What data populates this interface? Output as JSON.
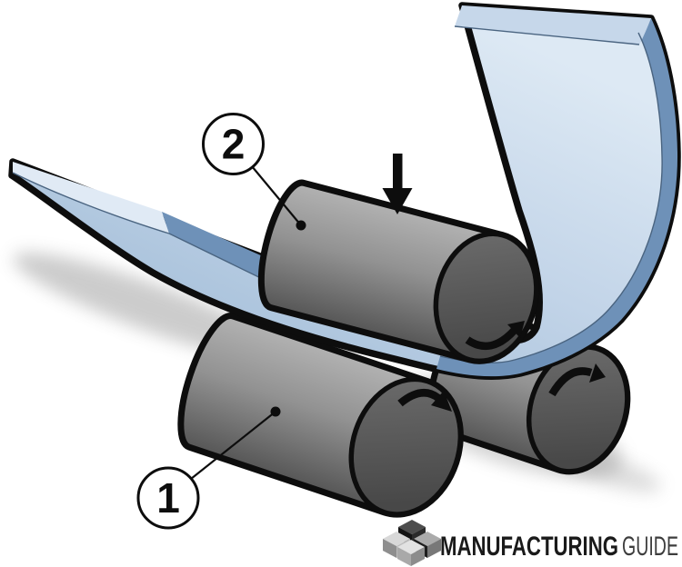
{
  "callouts": [
    {
      "label": "1"
    },
    {
      "label": "2"
    }
  ],
  "logo": {
    "brand_bold": "MANUFACTURING",
    "brand_light": "GUIDE",
    "cubes": [
      {
        "name": "cube-top",
        "faces": [
          "#4d4d4d",
          "#141414",
          "#2b2b2b"
        ]
      },
      {
        "name": "cube-left",
        "faces": [
          "#d8d8d8",
          "#8e8e8e",
          "#bcbcbc"
        ]
      },
      {
        "name": "cube-right",
        "faces": [
          "#ababab",
          "#1d1d1d",
          "#787878"
        ]
      },
      {
        "name": "cube-bottom",
        "faces": [
          "#e2e2e2",
          "#a9a9a9",
          "#8c8c8c"
        ]
      }
    ]
  },
  "icons": {
    "force_arrow": "down-arrow",
    "rotation_arrows": "clockwise-curved-arrow"
  },
  "colors": {
    "outline": "#0d0d0d",
    "white": "#ffffff",
    "sheet_light": "#dde9f4",
    "sheet_light2": "#e0eaf5",
    "sheet_mid": "#c2d4e8",
    "sheet_deep": "#a9c2db",
    "sheet_edge": "#6e91b8",
    "sheet_topstrip": "#c6d7ea",
    "sheet_fold": "#4a6480",
    "roller_light": "#b2b2b2",
    "roller_mid": "#929292",
    "roller_dark": "#565656",
    "face_light": "#6e6e6e",
    "face_dark": "#484848",
    "shadow": "#909090",
    "logo_dark": "#1a1a1a",
    "logo_gray": "#3d3d3d"
  }
}
